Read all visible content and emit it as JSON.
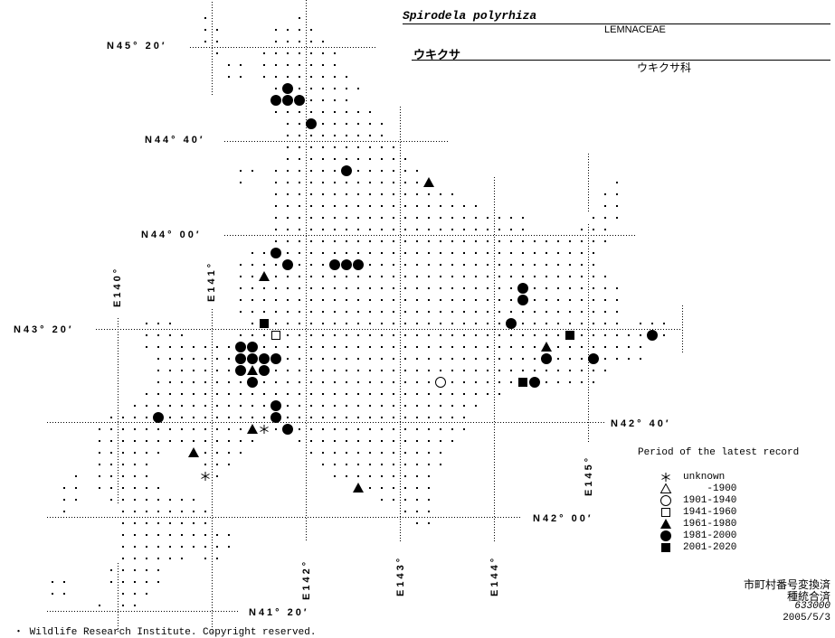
{
  "header": {
    "scientific_name": "Spirodela polyrhiza",
    "family_latin": "LEMNACEAE",
    "japanese_name": "ウキクサ",
    "family_japanese": "ウキクサ科"
  },
  "latitude_labels": {
    "n45_20": "N45° 20′",
    "n44_40": "N44° 40′",
    "n44_00": "N44° 00′",
    "n43_20": "N43° 20′",
    "n42_40": "N42° 40′",
    "n42_00": "N42° 00′",
    "n41_20": "N41° 20′"
  },
  "longitude_labels": {
    "e140": "E140°",
    "e141": "E141°",
    "e142": "E142°",
    "e143": "E143°",
    "e144": "E144°",
    "e145": "E145°"
  },
  "legend": {
    "title": "Period of the latest record",
    "items": [
      {
        "symbol": "asterisk",
        "label": "unknown"
      },
      {
        "symbol": "open-triangle",
        "label": "    -1900"
      },
      {
        "symbol": "open-circle",
        "label": "1901-1940"
      },
      {
        "symbol": "open-square",
        "label": "1941-1960"
      },
      {
        "symbol": "filled-triangle",
        "label": "1961-1980"
      },
      {
        "symbol": "filled-circle",
        "label": "1981-2000"
      },
      {
        "symbol": "filled-square",
        "label": "2001-2020"
      }
    ]
  },
  "notes": {
    "line1": "市町村番号変換済",
    "line2": "種統合済",
    "code": "633000",
    "date": "2005/5/3"
  },
  "footer": "・ Wildlife Research Institute. Copyright reserved.",
  "records_grid_cells": [
    {
      "col": 24,
      "row": 6,
      "period": "1981-2000"
    },
    {
      "col": 23,
      "row": 7,
      "period": "1981-2000"
    },
    {
      "col": 24,
      "row": 7,
      "period": "1981-2000"
    },
    {
      "col": 25,
      "row": 7,
      "period": "1981-2000"
    },
    {
      "col": 26,
      "row": 9,
      "period": "1981-2000"
    },
    {
      "col": 29,
      "row": 13,
      "period": "1981-2000"
    },
    {
      "col": 23,
      "row": 20,
      "period": "1981-2000"
    },
    {
      "col": 24,
      "row": 21,
      "period": "1981-2000"
    },
    {
      "col": 28,
      "row": 21,
      "period": "1981-2000"
    },
    {
      "col": 29,
      "row": 21,
      "period": "1981-2000"
    },
    {
      "col": 30,
      "row": 21,
      "period": "1981-2000"
    },
    {
      "col": 44,
      "row": 23,
      "period": "1981-2000"
    },
    {
      "col": 44,
      "row": 24,
      "period": "1981-2000"
    },
    {
      "col": 43,
      "row": 26,
      "period": "1981-2000"
    },
    {
      "col": 20,
      "row": 28,
      "period": "1981-2000"
    },
    {
      "col": 21,
      "row": 28,
      "period": "1981-2000"
    },
    {
      "col": 20,
      "row": 29,
      "period": "1981-2000"
    },
    {
      "col": 21,
      "row": 29,
      "period": "1981-2000"
    },
    {
      "col": 22,
      "row": 29,
      "period": "1981-2000"
    },
    {
      "col": 23,
      "row": 29,
      "period": "1981-2000"
    },
    {
      "col": 20,
      "row": 30,
      "period": "1981-2000"
    },
    {
      "col": 22,
      "row": 30,
      "period": "1981-2000"
    },
    {
      "col": 21,
      "row": 31,
      "period": "1981-2000"
    },
    {
      "col": 23,
      "row": 33,
      "period": "1981-2000"
    },
    {
      "col": 23,
      "row": 34,
      "period": "1981-2000"
    },
    {
      "col": 13,
      "row": 34,
      "period": "1981-2000"
    },
    {
      "col": 24,
      "row": 35,
      "period": "1981-2000"
    },
    {
      "col": 46,
      "row": 29,
      "period": "1981-2000"
    },
    {
      "col": 50,
      "row": 29,
      "period": "1981-2000"
    },
    {
      "col": 55,
      "row": 27,
      "period": "1981-2000"
    },
    {
      "col": 45,
      "row": 31,
      "period": "1981-2000"
    },
    {
      "col": 36,
      "row": 14,
      "period": "1961-1980"
    },
    {
      "col": 22,
      "row": 22,
      "period": "1961-1980"
    },
    {
      "col": 21,
      "row": 30,
      "period": "1961-1980"
    },
    {
      "col": 46,
      "row": 28,
      "period": "1961-1980"
    },
    {
      "col": 21,
      "row": 35,
      "period": "1961-1980"
    },
    {
      "col": 16,
      "row": 37,
      "period": "1961-1980"
    },
    {
      "col": 30,
      "row": 40,
      "period": "1961-1980"
    },
    {
      "col": 22,
      "row": 26,
      "period": "2001-2020"
    },
    {
      "col": 48,
      "row": 27,
      "period": "2001-2020"
    },
    {
      "col": 44,
      "row": 31,
      "period": "2001-2020"
    },
    {
      "col": 23,
      "row": 27,
      "period": "1941-1960"
    },
    {
      "col": 37,
      "row": 31,
      "period": "1901-1940"
    },
    {
      "col": 22,
      "row": 35,
      "period": "unknown"
    },
    {
      "col": 17,
      "row": 39,
      "period": "unknown"
    }
  ]
}
